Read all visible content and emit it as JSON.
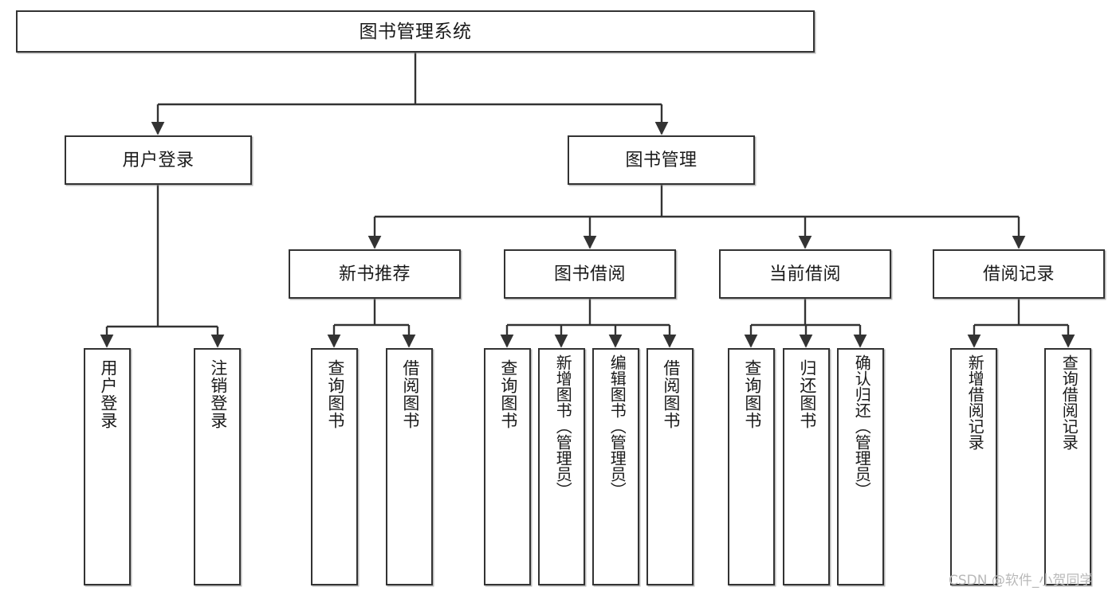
{
  "diagram": {
    "title": "图书管理系统",
    "type": "tree-hierarchy",
    "watermark": "CSDN @软件_小贺同学",
    "colors": {
      "background": "#ffffff",
      "node_fill": "#ffffff",
      "node_border": "#333333",
      "edge": "#333333",
      "text": "#1a1a1a",
      "watermark": "#b9b9b9"
    },
    "nodes": {
      "root": {
        "label": "图书管理系统"
      },
      "level1": [
        {
          "id": "user-login",
          "label": "用户登录"
        },
        {
          "id": "book-management",
          "label": "图书管理"
        }
      ],
      "level2": [
        {
          "id": "new-book-recommend",
          "label": "新书推荐"
        },
        {
          "id": "book-borrow",
          "label": "图书借阅"
        },
        {
          "id": "current-borrow",
          "label": "当前借阅"
        },
        {
          "id": "borrow-record",
          "label": "借阅记录"
        }
      ],
      "leaves": {
        "user_login": [
          {
            "id": "leaf-user-login",
            "label": "用户登录"
          },
          {
            "id": "leaf-user-logout",
            "label": "注销登录"
          }
        ],
        "new_book_recommend": [
          {
            "id": "leaf-query-book-1",
            "label": "查询图书"
          },
          {
            "id": "leaf-borrow-book-1",
            "label": "借阅图书"
          }
        ],
        "book_borrow": [
          {
            "id": "leaf-query-book-2",
            "label": "查询图书"
          },
          {
            "id": "leaf-add-book",
            "label": "新增图书（管理员）"
          },
          {
            "id": "leaf-edit-book",
            "label": "编辑图书（管理员）"
          },
          {
            "id": "leaf-borrow-book-2",
            "label": "借阅图书"
          }
        ],
        "current_borrow": [
          {
            "id": "leaf-query-book-3",
            "label": "查询图书"
          },
          {
            "id": "leaf-return-book",
            "label": "归还图书"
          },
          {
            "id": "leaf-confirm-return",
            "label": "确认归还（管理员）"
          }
        ],
        "borrow_record": [
          {
            "id": "leaf-add-record",
            "label": "新增借阅记录"
          },
          {
            "id": "leaf-query-record",
            "label": "查询借阅记录"
          }
        ]
      }
    },
    "edges": [
      {
        "from": "图书管理系统",
        "to": "用户登录"
      },
      {
        "from": "图书管理系统",
        "to": "图书管理"
      },
      {
        "from": "用户登录",
        "to": "用户登录"
      },
      {
        "from": "用户登录",
        "to": "注销登录"
      },
      {
        "from": "图书管理",
        "to": "新书推荐"
      },
      {
        "from": "图书管理",
        "to": "图书借阅"
      },
      {
        "from": "图书管理",
        "to": "当前借阅"
      },
      {
        "from": "图书管理",
        "to": "借阅记录"
      },
      {
        "from": "新书推荐",
        "to": "查询图书"
      },
      {
        "from": "新书推荐",
        "to": "借阅图书"
      },
      {
        "from": "图书借阅",
        "to": "查询图书"
      },
      {
        "from": "图书借阅",
        "to": "新增图书（管理员）"
      },
      {
        "from": "图书借阅",
        "to": "编辑图书（管理员）"
      },
      {
        "from": "图书借阅",
        "to": "借阅图书"
      },
      {
        "from": "当前借阅",
        "to": "查询图书"
      },
      {
        "from": "当前借阅",
        "to": "归还图书"
      },
      {
        "from": "当前借阅",
        "to": "确认归还（管理员）"
      },
      {
        "from": "借阅记录",
        "to": "新增借阅记录"
      },
      {
        "from": "借阅记录",
        "to": "查询借阅记录"
      }
    ]
  }
}
